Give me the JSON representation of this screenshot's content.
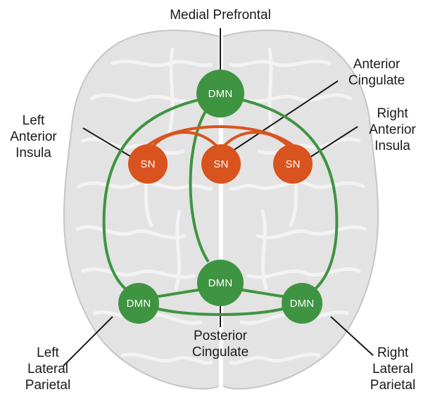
{
  "colors": {
    "dmn": "#3f9442",
    "sn": "#d9531e",
    "brain_fill": "#e3e3e3",
    "brain_outline": "#c8c8c8",
    "leader_line": "#1a1a1a"
  },
  "nodes": {
    "medial_prefrontal": "DMN",
    "left_anterior_insula": "SN",
    "anterior_cingulate": "SN",
    "right_anterior_insula": "SN",
    "posterior_cingulate": "DMN",
    "left_lateral_parietal": "DMN",
    "right_lateral_parietal": "DMN"
  },
  "labels": {
    "medial_prefrontal": "Medial Prefrontal",
    "anterior_cingulate_1": "Anterior",
    "anterior_cingulate_2": "Cingulate",
    "left_insula_1": "Left",
    "left_insula_2": "Anterior",
    "left_insula_3": "Insula",
    "right_insula_1": "Right",
    "right_insula_2": "Anterior",
    "right_insula_3": "Insula",
    "posterior_cingulate_1": "Posterior",
    "posterior_cingulate_2": "Cingulate",
    "left_parietal_1": "Left",
    "left_parietal_2": "Lateral",
    "left_parietal_3": "Parietal",
    "right_parietal_1": "Right",
    "right_parietal_2": "Lateral",
    "right_parietal_3": "Parietal"
  }
}
